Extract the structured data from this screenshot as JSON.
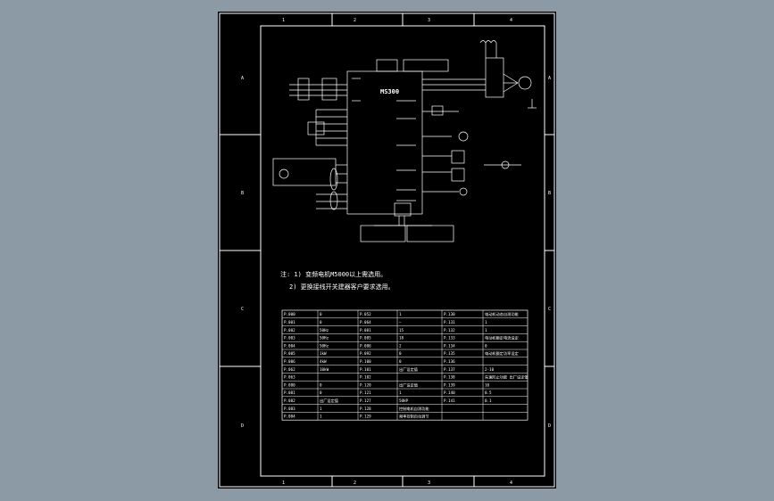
{
  "drawing": {
    "grid_cols": [
      "1",
      "2",
      "3",
      "4"
    ],
    "grid_rows": [
      "A",
      "B",
      "C",
      "D"
    ],
    "device_label": "MS300",
    "notes": [
      "注: 1) 变频电机M5000以上需选用。",
      "2) 更换接线开关建器客户要求选用。"
    ],
    "colors": {
      "sheet": "#000000",
      "line": "#ffffff",
      "viewport": "#8c9aa6"
    }
  },
  "table": {
    "rows": [
      [
        "P.000",
        "0",
        "P.052",
        "1",
        "P.130",
        "电动机动态自测功能"
      ],
      [
        "P.001",
        "0",
        "P.064",
        "—",
        "P.131",
        "1"
      ],
      [
        "P.002",
        "50Hz",
        "P.081",
        "15",
        "P.132",
        "1"
      ],
      [
        "P.003",
        "50Hz",
        "P.085",
        "18",
        "P.133",
        "电动机额定电流设定"
      ],
      [
        "P.004",
        "50Hz",
        "P.086",
        "2",
        "P.134",
        "0"
      ],
      [
        "P.005",
        "1kW",
        "P.092",
        "0",
        "P.135",
        "电动机额定功率设定"
      ],
      [
        "P.006",
        "4kW",
        "P.100",
        "0",
        "P.136",
        ""
      ],
      [
        "P.062",
        "10kW",
        "P.101",
        "出厂设定值",
        "P.137",
        "2-10"
      ],
      [
        "P.063",
        "",
        "P.102",
        "",
        "P.138",
        "失速防止功能 出厂设定值"
      ],
      [
        "P.080",
        "0",
        "P.120",
        "出厂设定值",
        "P.139",
        "10"
      ],
      [
        "P.081",
        "0",
        "P.121",
        "1",
        "P.140",
        "0.5"
      ],
      [
        "P.082",
        "出厂设定值",
        "P.127",
        "50HP",
        "P.141",
        "0.1"
      ],
      [
        "P.083",
        "1",
        "P.128",
        "控制电机自测功能",
        "",
        ""
      ],
      [
        "P.084",
        "1",
        "P.129",
        "频率控制自动调节",
        "",
        ""
      ]
    ]
  }
}
